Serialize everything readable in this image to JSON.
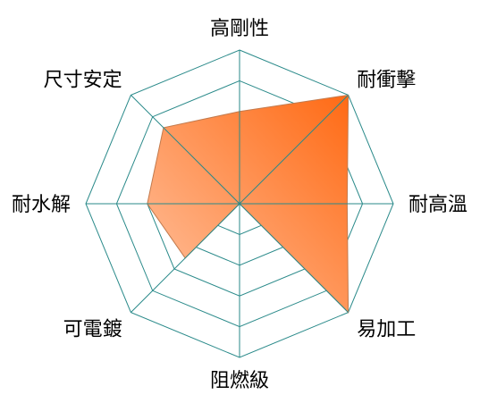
{
  "chart_data": {
    "type": "radar",
    "categories": [
      "高剛性",
      "耐衝擊",
      "耐高溫",
      "易加工",
      "阻燃級",
      "可電鍍",
      "耐水解",
      "尺寸安定"
    ],
    "series": [
      {
        "values": [
          3,
          5,
          3.5,
          5,
          0,
          2.5,
          3,
          3.5
        ]
      }
    ],
    "rmax": 5,
    "rings": 5,
    "grid": true,
    "colors": {
      "grid": "#2a8a8a",
      "fill_start": "#ffc3a1",
      "fill_end": "#ff6a14",
      "fill_stroke": "#c27a4d"
    }
  }
}
